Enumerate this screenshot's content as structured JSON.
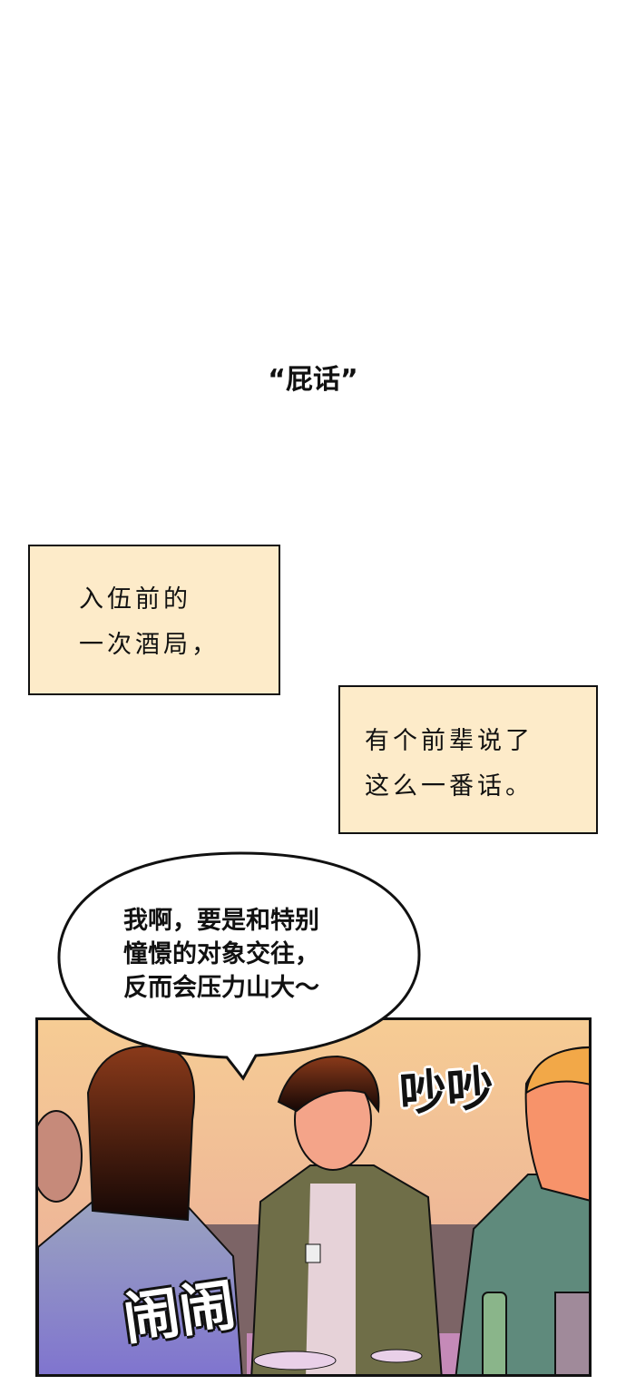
{
  "title": "“屁话”",
  "captions": [
    {
      "lines": [
        "入伍前的",
        "一次酒局，"
      ]
    },
    {
      "lines": [
        "有个前辈说了",
        "这么一番话。"
      ]
    }
  ],
  "speech_bubble": {
    "lines": [
      "我啊，要是和特别",
      "憧憬的对象交往，",
      "反而会压力山大～"
    ]
  },
  "sound_effects": [
    "吵吵",
    "闹闹"
  ],
  "colors": {
    "caption_bg": "#fdebc9",
    "wall_top": "#f6cc94",
    "jacket": "#6f6e48",
    "hoodie": "#5f8a7c"
  }
}
